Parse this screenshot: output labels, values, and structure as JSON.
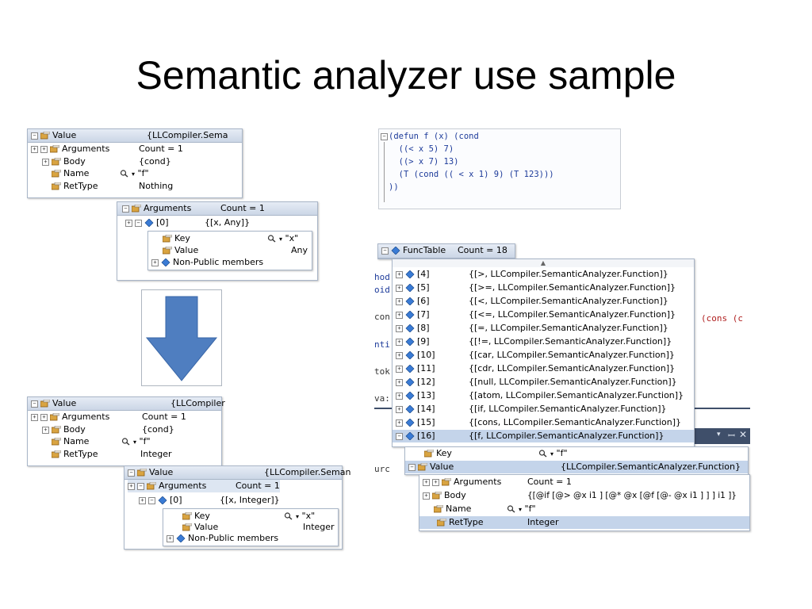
{
  "slide": {
    "title": "Semantic analyzer use sample"
  },
  "code": {
    "lines": [
      "(defun f (x) (cond",
      "  ((< x 5) 7)",
      "  ((> x 7) 13)",
      "  (T (cond (( < x 1) 9) (T 123)))",
      "))"
    ]
  },
  "panel1": {
    "header_name": "Value",
    "header_value": "{LLCompiler.Sema",
    "rows": [
      {
        "name": "Arguments",
        "value": "Count = 1"
      },
      {
        "name": "Body",
        "value": "{cond}"
      },
      {
        "name": "Name",
        "value": "\"f\""
      },
      {
        "name": "RetType",
        "value": "Nothing"
      }
    ]
  },
  "panel2": {
    "header_name": "Arguments",
    "header_value": "Count = 1",
    "row0": {
      "name": "[0]",
      "value": "{[x, Any]}"
    },
    "sub": [
      {
        "name": "Key",
        "value": "\"x\""
      },
      {
        "name": "Value",
        "value": "Any"
      },
      {
        "name": "Non-Public members",
        "value": ""
      }
    ]
  },
  "panel3": {
    "header_name": "Value",
    "header_value": "{LLCompiler",
    "rows": [
      {
        "name": "Arguments",
        "value": "Count = 1"
      },
      {
        "name": "Body",
        "value": "{cond}"
      },
      {
        "name": "Name",
        "value": "\"f\""
      },
      {
        "name": "RetType",
        "value": "Integer"
      }
    ]
  },
  "panel4": {
    "header_name": "Value",
    "header_value": "{LLCompiler.Seman",
    "args_name": "Arguments",
    "args_value": "Count = 1",
    "row0": {
      "name": "[0]",
      "value": "{[x, Integer]}"
    },
    "sub": [
      {
        "name": "Key",
        "value": "\"x\""
      },
      {
        "name": "Value",
        "value": "Integer"
      },
      {
        "name": "Non-Public members",
        "value": ""
      }
    ]
  },
  "functable": {
    "header_name": "FuncTable",
    "header_value": "Count = 18",
    "rows": [
      {
        "name": "[4]",
        "value": "{[>, LLCompiler.SemanticAnalyzer.Function]}"
      },
      {
        "name": "[5]",
        "value": "{[>=, LLCompiler.SemanticAnalyzer.Function]}"
      },
      {
        "name": "[6]",
        "value": "{[<, LLCompiler.SemanticAnalyzer.Function]}"
      },
      {
        "name": "[7]",
        "value": "{[<=, LLCompiler.SemanticAnalyzer.Function]}"
      },
      {
        "name": "[8]",
        "value": "{[=, LLCompiler.SemanticAnalyzer.Function]}"
      },
      {
        "name": "[9]",
        "value": "{[!=, LLCompiler.SemanticAnalyzer.Function]}"
      },
      {
        "name": "[10]",
        "value": "{[car, LLCompiler.SemanticAnalyzer.Function]}"
      },
      {
        "name": "[11]",
        "value": "{[cdr, LLCompiler.SemanticAnalyzer.Function]}"
      },
      {
        "name": "[12]",
        "value": "{[null, LLCompiler.SemanticAnalyzer.Function]}"
      },
      {
        "name": "[13]",
        "value": "{[atom, LLCompiler.SemanticAnalyzer.Function]}"
      },
      {
        "name": "[14]",
        "value": "{[if, LLCompiler.SemanticAnalyzer.Function]}"
      },
      {
        "name": "[15]",
        "value": "{[cons, LLCompiler.SemanticAnalyzer.Function]}"
      },
      {
        "name": "[16]",
        "value": "{[f, LLCompiler.SemanticAnalyzer.Function]}"
      }
    ],
    "bg_left": [
      "hod",
      "oid",
      "con",
      "nti",
      "tok",
      "va:",
      "urc"
    ],
    "bg_right": "(cons (c"
  },
  "panel6": {
    "key_name": "Key",
    "key_value": "\"f\"",
    "value_name": "Value",
    "value_value": "{LLCompiler.SemanticAnalyzer.Function}"
  },
  "panel7": {
    "rows": [
      {
        "name": "Arguments",
        "value": "Count = 1"
      },
      {
        "name": "Body",
        "value": "{[@if [@> @x i1 ] [@* @x [@f [@- @x i1 ] ] ] i1 ]}"
      },
      {
        "name": "Name",
        "value": "\"f\""
      },
      {
        "name": "RetType",
        "value": "Integer"
      }
    ]
  },
  "colors": {
    "arrow": "#4f7ec0",
    "header": "#cbd6e6",
    "selected": "#c4d4ea"
  }
}
